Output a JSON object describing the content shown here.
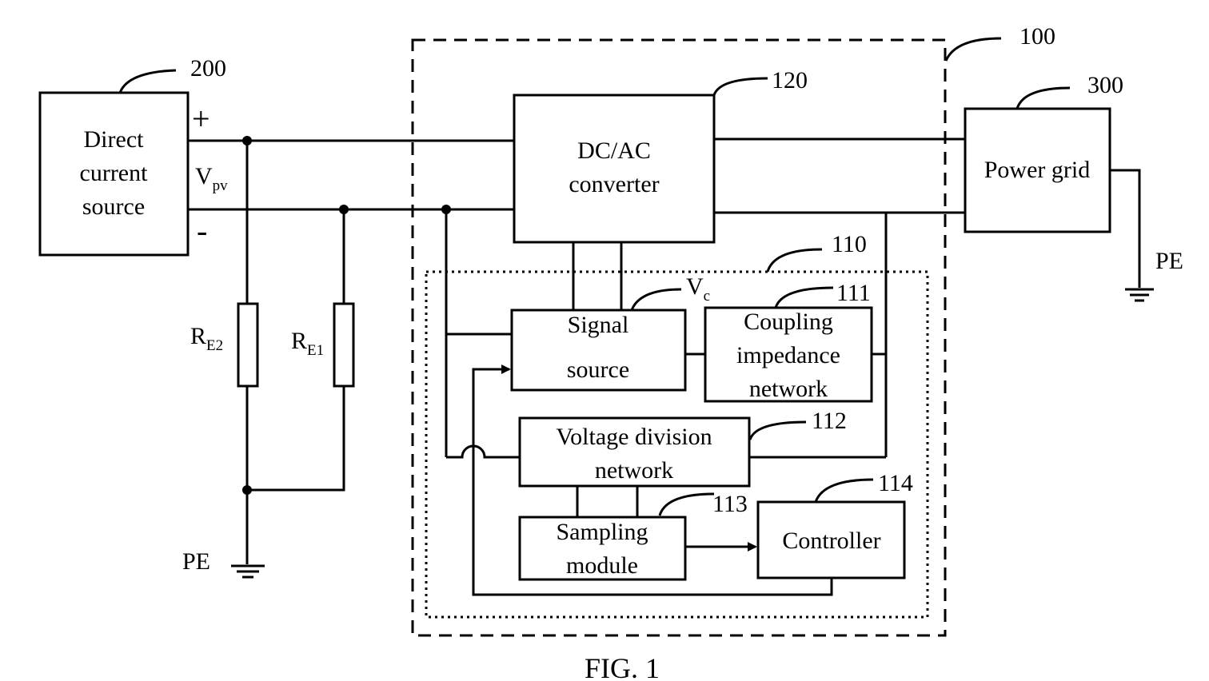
{
  "figure": {
    "caption": "FIG. 1",
    "blocks": {
      "dc_source": {
        "line1": "Direct",
        "line2": "current",
        "line3": "source",
        "ref": "200"
      },
      "converter": {
        "line1": "DC/AC",
        "line2": "converter",
        "ref": "120"
      },
      "power_grid": {
        "label": "Power grid",
        "ref": "300"
      },
      "signal_source": {
        "line1": "Signal",
        "line2": "source"
      },
      "coupling": {
        "line1": "Coupling",
        "line2": "impedance",
        "line3": "network",
        "ref": "111"
      },
      "voltage_division": {
        "line1": "Voltage division",
        "line2": "network",
        "ref": "112"
      },
      "sampling": {
        "line1": "Sampling",
        "line2": "module",
        "ref": "113"
      },
      "controller": {
        "label": "Controller",
        "ref": "114"
      }
    },
    "enclosures": {
      "outer_ref": "100",
      "inner_ref": "110"
    },
    "labels": {
      "plus": "+",
      "minus": "-",
      "vpv_main": "V",
      "vpv_sub": "pv",
      "vc_main": "V",
      "vc_sub": "c",
      "re2_main": "R",
      "re2_sub": "E2",
      "re1_main": "R",
      "re1_sub": "E1",
      "pe_left": "PE",
      "pe_right": "PE"
    }
  }
}
